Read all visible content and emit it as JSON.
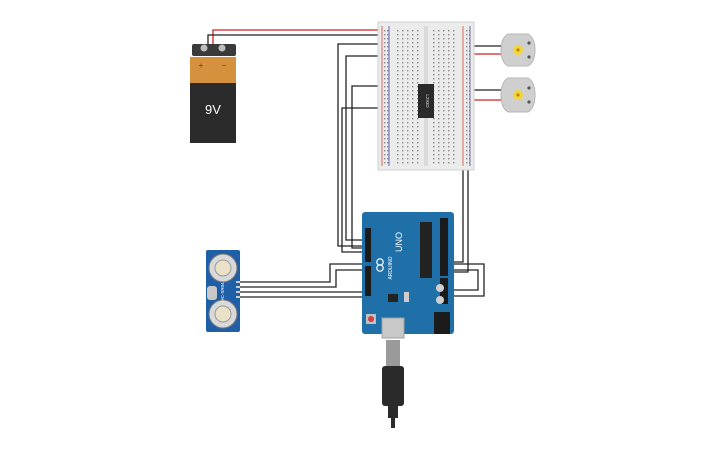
{
  "battery": {
    "voltage_label": "9V",
    "plus": "+",
    "minus": "−"
  },
  "ic_chip": {
    "label": "L293D"
  },
  "arduino": {
    "board_label": "UNO",
    "brand_label": "ARDUINO"
  },
  "sensor": {
    "label": "HC-SR04"
  },
  "colors": {
    "wire": "#222222",
    "wire_red": "#d42020",
    "board_blue": "#1f6fa8",
    "battery_orange": "#d6913e",
    "battery_black": "#2b2b2b",
    "breadboard": "#ebebeb",
    "motor": "#cfcfcf",
    "motor_hub": "#f4d43c"
  }
}
